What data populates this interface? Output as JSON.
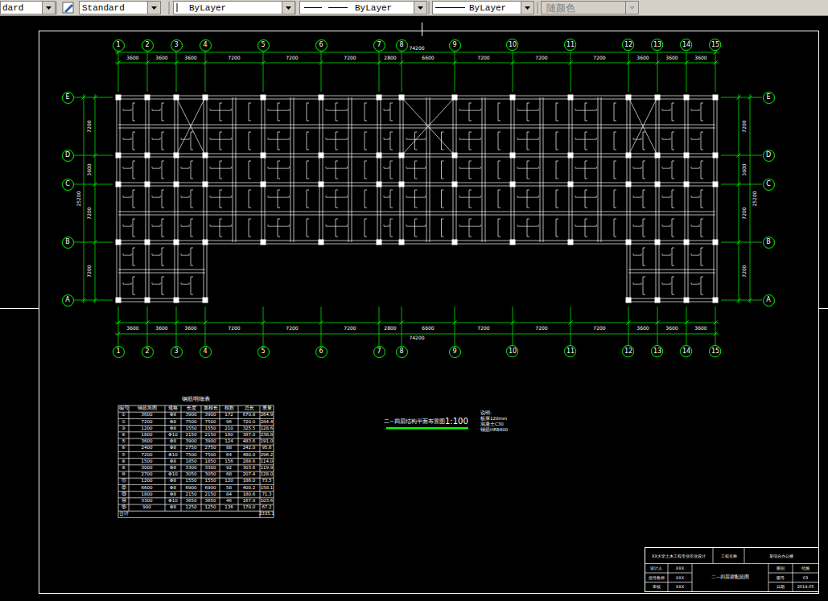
{
  "diagram": {
    "title": "二~四层结构平面布置图",
    "nodes": [
      {
        "text": [
          "1"
        ]
      },
      {
        "text": [
          "2"
        ]
      },
      {
        "text": [
          "3"
        ]
      },
      {
        "text": [
          "4"
        ]
      },
      {
        "text": [
          "5"
        ]
      },
      {
        "text": [
          "6"
        ]
      },
      {
        "text": [
          "7"
        ]
      },
      {
        "text": [
          "8"
        ]
      },
      {
        "text": [
          "9"
        ]
      },
      {
        "text": [
          "10"
        ]
      },
      {
        "text": [
          "11"
        ]
      },
      {
        "text": [
          "12"
        ]
      },
      {
        "text": [
          "13"
        ]
      },
      {
        "text": [
          "14"
        ]
      },
      {
        "text": [
          "15"
        ]
      },
      {
        "text": [
          "E"
        ]
      },
      {
        "text": [
          "E"
        ]
      },
      {
        "text": [
          "D"
        ]
      },
      {
        "text": [
          "D"
        ]
      },
      {
        "text": [
          "C"
        ]
      },
      {
        "text": [
          "C"
        ]
      },
      {
        "text": [
          "B"
        ]
      },
      {
        "text": [
          "B"
        ]
      },
      {
        "text": [
          "A"
        ]
      },
      {
        "text": [
          "A"
        ]
      },
      {
        "text": [
          "1"
        ]
      },
      {
        "text": [
          "2"
        ]
      },
      {
        "text": [
          "3"
        ]
      },
      {
        "text": [
          "4"
        ]
      },
      {
        "text": [
          "5"
        ]
      },
      {
        "text": [
          "6"
        ]
      },
      {
        "text": [
          "7"
        ]
      },
      {
        "text": [
          "8"
        ]
      },
      {
        "text": [
          "9"
        ]
      },
      {
        "text": [
          "10"
        ]
      },
      {
        "text": [
          "11"
        ]
      },
      {
        "text": [
          "12"
        ]
      },
      {
        "text": [
          "13"
        ]
      },
      {
        "text": [
          "14"
        ]
      },
      {
        "text": [
          "15"
        ]
      }
    ],
    "labels": [
      "dard",
      "Standard",
      "ByLayer",
      "ByLayer",
      "ByLayer",
      "随颜色",
      "3600",
      "3600",
      "3600",
      "7200",
      "7200",
      "7200",
      "2800",
      "6600",
      "7200",
      "7200",
      "7200",
      "3600",
      "3600",
      "3600",
      "74200",
      "3600",
      "3600",
      "3600",
      "7200",
      "7200",
      "7200",
      "2800",
      "6600",
      "7200",
      "7200",
      "7200",
      "3600",
      "3600",
      "3600",
      "74200",
      "7200",
      "3600",
      "7200",
      "7200",
      "25200",
      "7200",
      "3600",
      "7200",
      "7200",
      "25200",
      "1:100",
      "说明:",
      "板厚120mm",
      "混凝土C30",
      "钢筋HRB400",
      "钢筋明细表",
      "编号",
      "钢筋简图",
      "规格",
      "长度",
      "单根长",
      "根数",
      "总长",
      "重量",
      "①",
      "3600",
      "Φ8",
      "3900",
      "3900",
      "172",
      "670.8",
      "264.9",
      "②",
      "7200",
      "Φ8",
      "7500",
      "7500",
      "96",
      "720.0",
      "284.4",
      "③",
      "1200",
      "Φ8",
      "1550",
      "1550",
      "210",
      "325.5",
      "128.6",
      "④",
      "1800",
      "Φ10",
      "2150",
      "2150",
      "180",
      "387.0",
      "238.8",
      "⑤",
      "3600",
      "Φ8",
      "3900",
      "3900",
      "124",
      "483.6",
      "191.0",
      "⑥",
      "2400",
      "Φ8",
      "2750",
      "2750",
      "88",
      "242.0",
      "95.6",
      "⑦",
      "7200",
      "Φ10",
      "7500",
      "7500",
      "64",
      "480.0",
      "296.2",
      "⑧",
      "1500",
      "Φ8",
      "1850",
      "1850",
      "156",
      "288.6",
      "114.0",
      "⑨",
      "3000",
      "Φ8",
      "3300",
      "3300",
      "92",
      "303.6",
      "119.9",
      "⑩",
      "2700",
      "Φ10",
      "3050",
      "3050",
      "68",
      "207.4",
      "128.0",
      "⑪",
      "1200",
      "Φ8",
      "1550",
      "1550",
      "120",
      "186.0",
      "73.5",
      "⑫",
      "6600",
      "Φ8",
      "6900",
      "6900",
      "58",
      "400.2",
      "158.1",
      "⑬",
      "1800",
      "Φ8",
      "2150",
      "2150",
      "84",
      "180.6",
      "71.3",
      "⑭",
      "3300",
      "Φ10",
      "3650",
      "3650",
      "46",
      "167.9",
      "103.6",
      "⑮",
      "900",
      "Φ8",
      "1250",
      "1250",
      "136",
      "170.0",
      "67.2",
      "合计",
      "2335.1",
      "XX大学土木工程专业毕业设计",
      "工程名称",
      "某综合办公楼",
      "设计人",
      "XXX",
      "指导教师",
      "XXX",
      "审核",
      "XXX",
      "二~四层梁配筋图",
      "图别",
      "结施",
      "图号",
      "03",
      "日期",
      "2014.05"
    ]
  }
}
